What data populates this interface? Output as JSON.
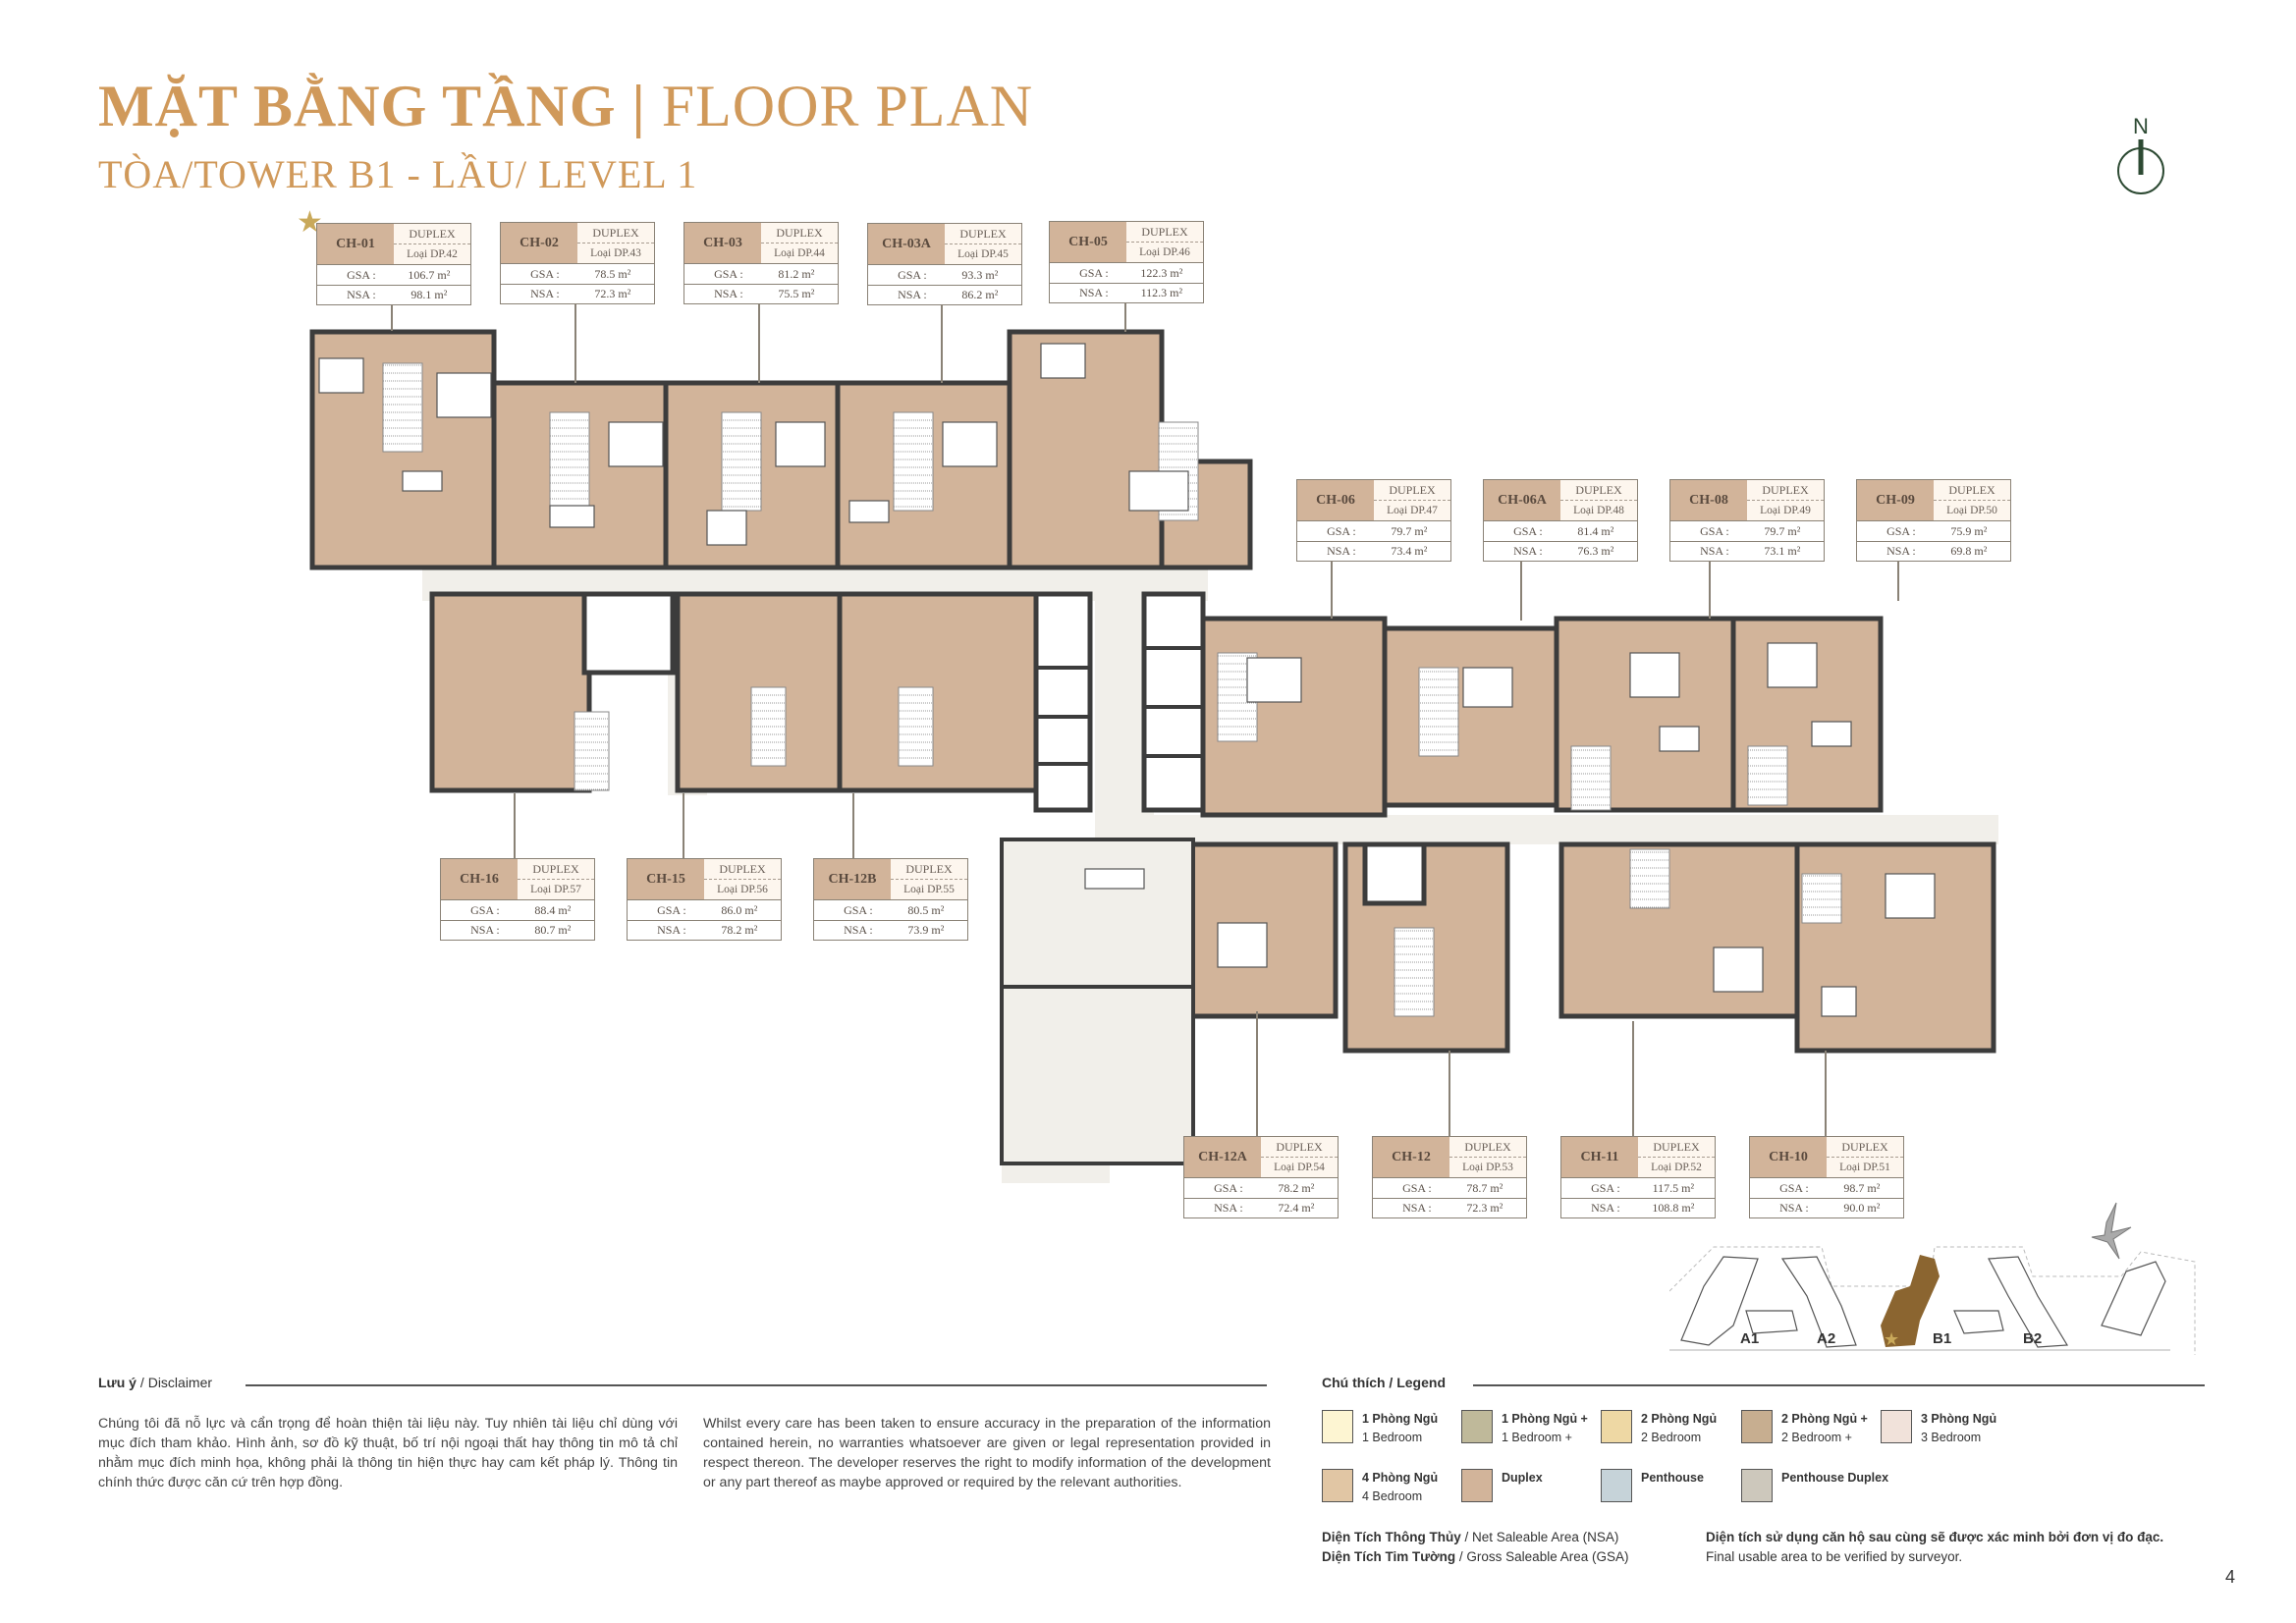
{
  "header": {
    "title_vi": "MẶT BẰNG TẦNG",
    "title_sep": "|",
    "title_en": "FLOOR PLAN",
    "subtitle": "TÒA/TOWER B1 - LẦU/ LEVEL 1"
  },
  "compass": {
    "label": "N"
  },
  "units": [
    {
      "code": "CH-01",
      "type": "DUPLEX",
      "model": "Loại DP.42",
      "gsa_label": "GSA :",
      "gsa": "106.7 m²",
      "nsa_label": "NSA :",
      "nsa": "98.1 m²"
    },
    {
      "code": "CH-02",
      "type": "DUPLEX",
      "model": "Loại DP.43",
      "gsa_label": "GSA :",
      "gsa": "78.5 m²",
      "nsa_label": "NSA :",
      "nsa": "72.3 m²"
    },
    {
      "code": "CH-03",
      "type": "DUPLEX",
      "model": "Loại DP.44",
      "gsa_label": "GSA :",
      "gsa": "81.2 m²",
      "nsa_label": "NSA :",
      "nsa": "75.5 m²"
    },
    {
      "code": "CH-03A",
      "type": "DUPLEX",
      "model": "Loại DP.45",
      "gsa_label": "GSA :",
      "gsa": "93.3 m²",
      "nsa_label": "NSA :",
      "nsa": "86.2 m²"
    },
    {
      "code": "CH-05",
      "type": "DUPLEX",
      "model": "Loại DP.46",
      "gsa_label": "GSA :",
      "gsa": "122.3 m²",
      "nsa_label": "NSA :",
      "nsa": "112.3 m²"
    },
    {
      "code": "CH-06",
      "type": "DUPLEX",
      "model": "Loại DP.47",
      "gsa_label": "GSA :",
      "gsa": "79.7 m²",
      "nsa_label": "NSA :",
      "nsa": "73.4 m²"
    },
    {
      "code": "CH-06A",
      "type": "DUPLEX",
      "model": "Loại DP.48",
      "gsa_label": "GSA :",
      "gsa": "81.4 m²",
      "nsa_label": "NSA :",
      "nsa": "76.3 m²"
    },
    {
      "code": "CH-08",
      "type": "DUPLEX",
      "model": "Loại DP.49",
      "gsa_label": "GSA :",
      "gsa": "79.7 m²",
      "nsa_label": "NSA :",
      "nsa": "73.1 m²"
    },
    {
      "code": "CH-09",
      "type": "DUPLEX",
      "model": "Loại DP.50",
      "gsa_label": "GSA :",
      "gsa": "75.9 m²",
      "nsa_label": "NSA :",
      "nsa": "69.8 m²"
    },
    {
      "code": "CH-16",
      "type": "DUPLEX",
      "model": "Loại DP.57",
      "gsa_label": "GSA :",
      "gsa": "88.4 m²",
      "nsa_label": "NSA :",
      "nsa": "80.7 m²"
    },
    {
      "code": "CH-15",
      "type": "DUPLEX",
      "model": "Loại DP.56",
      "gsa_label": "GSA :",
      "gsa": "86.0 m²",
      "nsa_label": "NSA :",
      "nsa": "78.2 m²"
    },
    {
      "code": "CH-12B",
      "type": "DUPLEX",
      "model": "Loại DP.55",
      "gsa_label": "GSA :",
      "gsa": "80.5 m²",
      "nsa_label": "NSA :",
      "nsa": "73.9 m²"
    },
    {
      "code": "CH-12A",
      "type": "DUPLEX",
      "model": "Loại DP.54",
      "gsa_label": "GSA :",
      "gsa": "78.2 m²",
      "nsa_label": "NSA :",
      "nsa": "72.4 m²"
    },
    {
      "code": "CH-12",
      "type": "DUPLEX",
      "model": "Loại DP.53",
      "gsa_label": "GSA :",
      "gsa": "78.7 m²",
      "nsa_label": "NSA :",
      "nsa": "72.3 m²"
    },
    {
      "code": "CH-11",
      "type": "DUPLEX",
      "model": "Loại DP.52",
      "gsa_label": "GSA :",
      "gsa": "117.5 m²",
      "nsa_label": "NSA :",
      "nsa": "108.8 m²"
    },
    {
      "code": "CH-10",
      "type": "DUPLEX",
      "model": "Loại DP.51",
      "gsa_label": "GSA :",
      "gsa": "98.7 m²",
      "nsa_label": "NSA :",
      "nsa": "90.0 m²"
    }
  ],
  "site_map": {
    "towers": [
      "A1",
      "A2",
      "B1",
      "B2"
    ],
    "highlighted": "B1",
    "highlight_color": "#8b6530"
  },
  "disclaimer": {
    "heading_vi": "Lưu ý",
    "heading_sep": "/",
    "heading_en": "Disclaimer",
    "text_vi": "Chúng tôi đã nỗ lực và cẩn trọng để hoàn thiện tài liệu này. Tuy nhiên tài liệu chỉ dùng với mục đích tham khảo. Hình ảnh, sơ đồ kỹ thuật, bố trí nội ngoại thất hay thông tin mô tả chỉ nhằm mục đích minh họa, không phải là thông tin hiện thực hay cam kết pháp lý. Thông tin chính thức được căn cứ trên hợp đồng.",
    "text_en": "Whilst every care has been taken to ensure accuracy in the preparation of the information contained herein, no warranties whatsoever are given or legal representation provided in respect thereon. The developer reserves the right to modify information of the development or any part thereof as maybe approved or required by the relevant authorities."
  },
  "legend": {
    "heading": "Chú thích / Legend",
    "items": [
      {
        "vi": "1 Phòng Ngủ",
        "en": "1 Bedroom",
        "color": "#fdf5d2"
      },
      {
        "vi": "1 Phòng Ngủ +",
        "en": "1 Bedroom +",
        "color": "#bfb99a"
      },
      {
        "vi": "2 Phòng Ngủ",
        "en": "2 Bedroom",
        "color": "#eed8a4"
      },
      {
        "vi": "2 Phòng Ngủ +",
        "en": "2 Bedroom +",
        "color": "#c7ae90"
      },
      {
        "vi": "3 Phòng Ngủ",
        "en": "3 Bedroom",
        "color": "#f1e2da"
      },
      {
        "vi": "4 Phòng Ngủ",
        "en": "4 Bedroom",
        "color": "#e1c6a4"
      },
      {
        "vi": "Duplex",
        "en": "",
        "color": "#d2b49a"
      },
      {
        "vi": "Penthouse",
        "en": "",
        "color": "#c6d3d9"
      },
      {
        "vi": "Penthouse Duplex",
        "en": "",
        "color": "#cdc8bc"
      }
    ]
  },
  "notes": {
    "nsa_vi": "Diện Tích Thông Thủy",
    "nsa_en": "/ Net Saleable Area (NSA)",
    "gsa_vi": "Diện Tích Tim Tường",
    "gsa_en": "/ Gross Saleable Area (GSA)",
    "verify_vi": "Diện tích sử dụng căn hộ sau cùng sẽ được xác minh bởi đơn vị đo đạc.",
    "verify_en": "Final usable area to be verified by surveyor."
  },
  "page_number": "4",
  "colors": {
    "accent_gold": "#d0995a",
    "unit_fill": "#d2b49a",
    "wall": "#3c3c3c",
    "corridor": "#f1efea"
  }
}
